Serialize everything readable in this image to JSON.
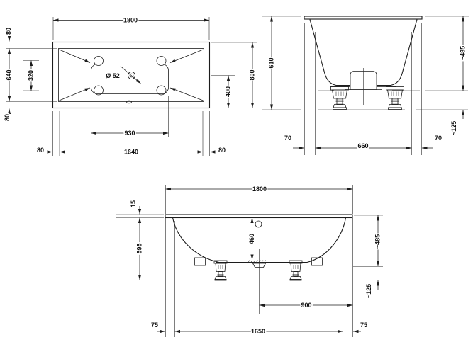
{
  "drawing": {
    "type": "technical-dimension-drawing",
    "background": "#ffffff",
    "line_color": "#1c1c1c",
    "views": {
      "plan": {
        "name": "top plan view",
        "dims": {
          "length": "1800",
          "rim_top": "80",
          "inner_width": "640",
          "feet_span": "320",
          "rim_bottom": "80",
          "width": "800",
          "drain_offset": "400",
          "floor_length": "930",
          "rim_left": "80",
          "shell_length": "1640",
          "rim_right": "80",
          "drain_diameter": "Ø 52"
        }
      },
      "end_section": {
        "name": "end cross-section view",
        "dims": {
          "height": "610",
          "rim_to_support": "~485",
          "adjustable_feet": "~125",
          "overhang_left": "70",
          "base_width": "660",
          "overhang_right": "70"
        }
      },
      "long_section": {
        "name": "longitudinal section view",
        "dims": {
          "length": "1800",
          "rim_thickness": "15",
          "body_height": "595",
          "depth": "460",
          "rim_to_support": "~485",
          "adjustable_feet": "~125",
          "drain_to_end": "900",
          "overhang_left": "75",
          "body_length": "1650",
          "overhang_right": "75"
        }
      }
    }
  }
}
